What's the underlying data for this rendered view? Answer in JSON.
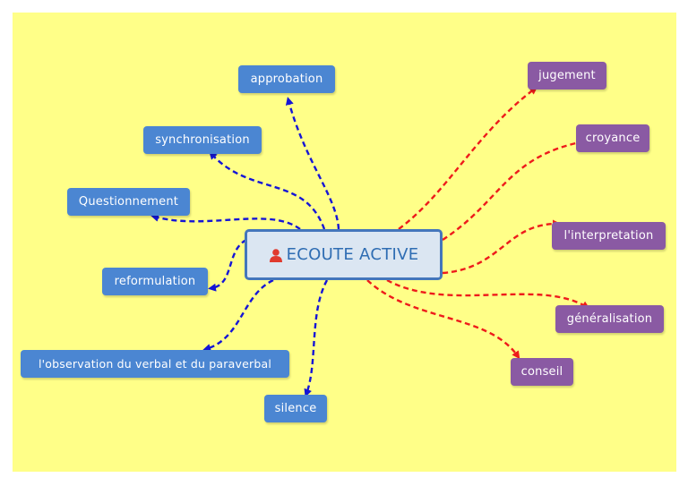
{
  "center": {
    "label": "ECOUTE ACTIVE",
    "icon": "user-icon",
    "icon_color": "#e03a2e"
  },
  "left_branches": [
    {
      "label": "approbation"
    },
    {
      "label": "synchronisation"
    },
    {
      "label": "Questionnement"
    },
    {
      "label": "reformulation"
    },
    {
      "label": "l'observation du verbal et du paraverbal"
    },
    {
      "label": "silence"
    }
  ],
  "right_branches": [
    {
      "label": "jugement"
    },
    {
      "label": "croyance"
    },
    {
      "label": "l'interpretation"
    },
    {
      "label": "généralisation"
    },
    {
      "label": "conseil"
    }
  ],
  "colors": {
    "background": "#ffff88",
    "blue_node": "#4b86d2",
    "purple_node": "#8a5aa3",
    "blue_link": "#1515d6",
    "red_link": "#ee1b1b",
    "center_fill": "#dbe6f2",
    "center_border": "#4476bb"
  }
}
